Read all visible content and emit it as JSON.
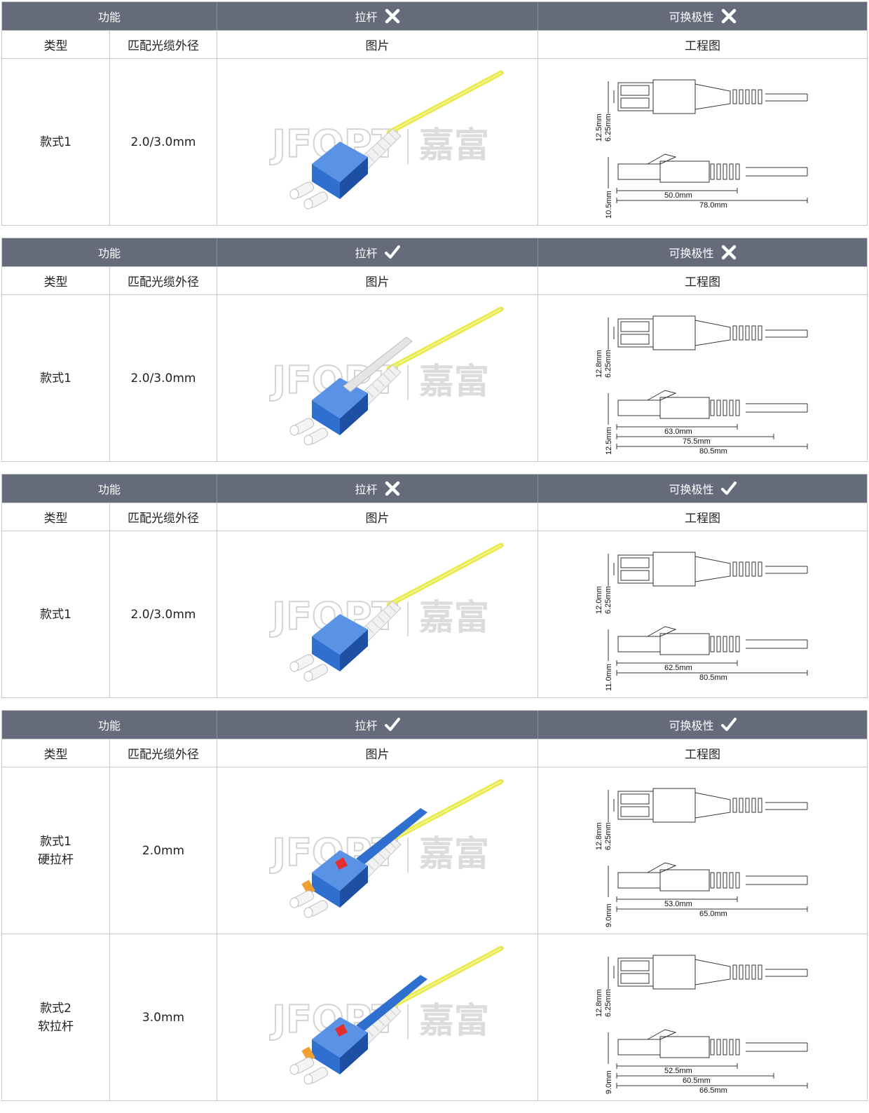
{
  "brand": {
    "watermark_en": "JFOPT",
    "watermark_cn": "嘉富"
  },
  "tables": [
    {
      "header": {
        "func": "功能",
        "pull": "拉杆",
        "pull_mark": "cross",
        "polarity": "可换极性",
        "polarity_mark": "cross"
      },
      "sub": {
        "type": "类型",
        "diameter": "匹配光缆外径",
        "image": "图片",
        "drawing": "工程图"
      },
      "rows": [
        {
          "type_lines": [
            "款式1"
          ],
          "diameter": "2.0/3.0mm",
          "dims": {
            "top": [
              "12.5mm",
              "6.25mm"
            ],
            "bottom_h": "10.5mm",
            "lengths": [
              "50.0mm",
              "78.0mm"
            ]
          }
        }
      ]
    },
    {
      "header": {
        "func": "功能",
        "pull": "拉杆",
        "pull_mark": "check",
        "polarity": "可换极性",
        "polarity_mark": "cross"
      },
      "sub": {
        "type": "类型",
        "diameter": "匹配光缆外径",
        "image": "图片",
        "drawing": "工程图"
      },
      "rows": [
        {
          "type_lines": [
            "款式1"
          ],
          "diameter": "2.0/3.0mm",
          "dims": {
            "top": [
              "12.8mm",
              "6.25mm"
            ],
            "bottom_h": "12.5mm",
            "lengths": [
              "63.0mm",
              "75.5mm",
              "80.5mm"
            ]
          }
        }
      ]
    },
    {
      "header": {
        "func": "功能",
        "pull": "拉杆",
        "pull_mark": "cross",
        "polarity": "可换极性",
        "polarity_mark": "check"
      },
      "sub": {
        "type": "类型",
        "diameter": "匹配光缆外径",
        "image": "图片",
        "drawing": "工程图"
      },
      "rows": [
        {
          "type_lines": [
            "款式1"
          ],
          "diameter": "2.0/3.0mm",
          "dims": {
            "top": [
              "12.0mm",
              "6.25mm"
            ],
            "bottom_h": "11.0mm",
            "lengths": [
              "62.5mm",
              "80.5mm"
            ]
          }
        }
      ]
    },
    {
      "header": {
        "func": "功能",
        "pull": "拉杆",
        "pull_mark": "check",
        "polarity": "可换极性",
        "polarity_mark": "check"
      },
      "sub": {
        "type": "类型",
        "diameter": "匹配光缆外径",
        "image": "图片",
        "drawing": "工程图"
      },
      "rows": [
        {
          "type_lines": [
            "款式1",
            "硬拉杆"
          ],
          "diameter": "2.0mm",
          "dims": {
            "top": [
              "12.8mm",
              "6.25mm"
            ],
            "bottom_h": "9.0mm",
            "lengths": [
              "53.0mm",
              "65.0mm"
            ]
          }
        },
        {
          "type_lines": [
            "款式2",
            "软拉杆"
          ],
          "diameter": "3.0mm",
          "dims": {
            "top": [
              "12.8mm",
              "6.25mm"
            ],
            "bottom_h": "9.0mm",
            "lengths": [
              "52.5mm",
              "60.5mm",
              "66.5mm"
            ]
          }
        }
      ]
    }
  ]
}
